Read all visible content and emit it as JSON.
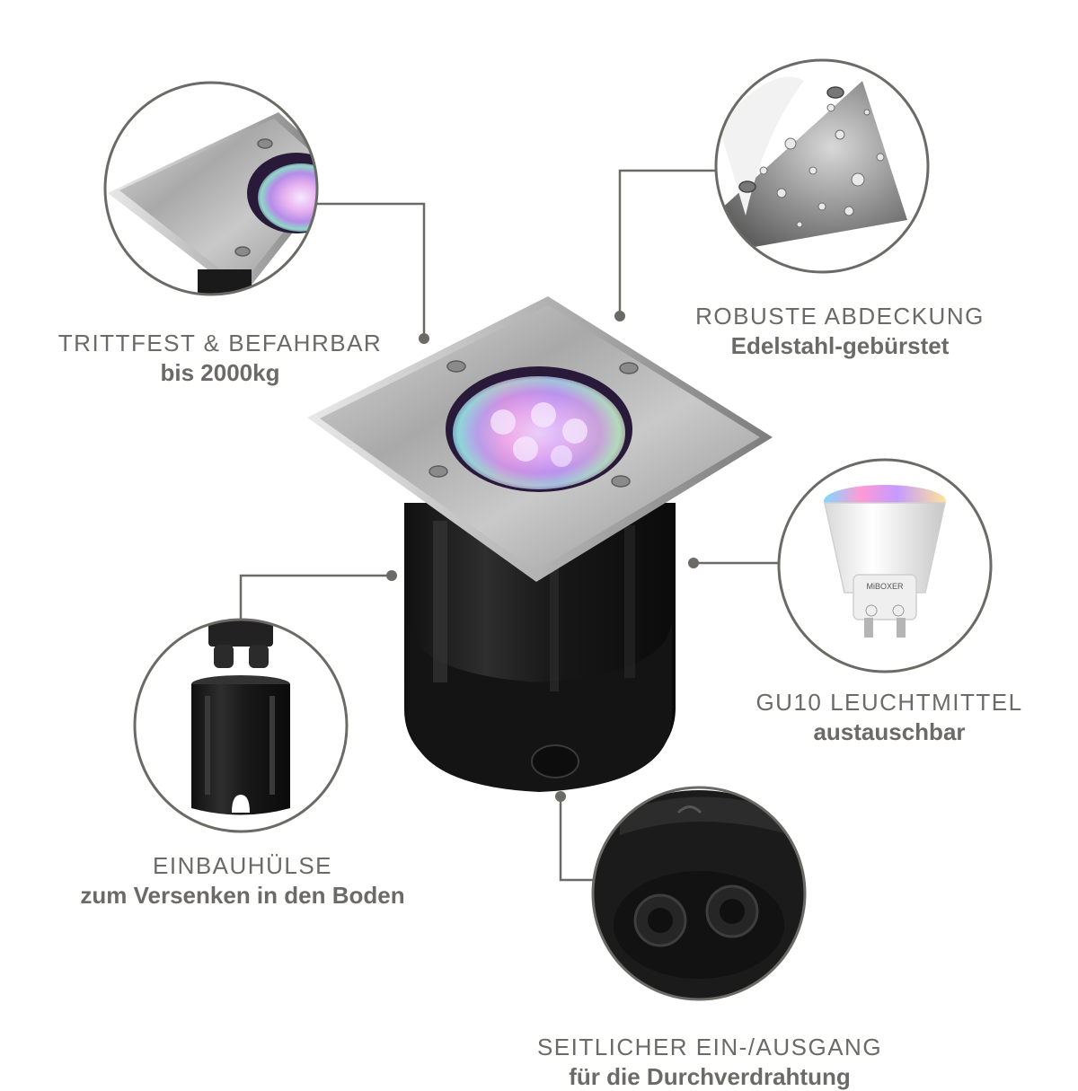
{
  "features": {
    "tread": {
      "title": "TRITTFEST & BEFAHRBAR",
      "subtitle": "bis 2000kg"
    },
    "cover": {
      "title": "ROBUSTE ABDECKUNG",
      "subtitle": "Edelstahl-gebürstet"
    },
    "bulb": {
      "title": "GU10 LEUCHTMITTEL",
      "subtitle": "austauschbar",
      "brand_mark": "MiBOXER"
    },
    "sleeve": {
      "title": "EINBAUHÜLSE",
      "subtitle": "zum Versenken in den Boden"
    },
    "cable": {
      "title": "SEITLICHER EIN-/AUSGANG",
      "subtitle": "für die Durchverdrahtung"
    }
  },
  "colors": {
    "text": "#6b6a66",
    "connector": "#6b6a66",
    "steel": "#b8b8b8",
    "housing": "#1e1e1e",
    "rgb_glow": "#c98ae0"
  }
}
